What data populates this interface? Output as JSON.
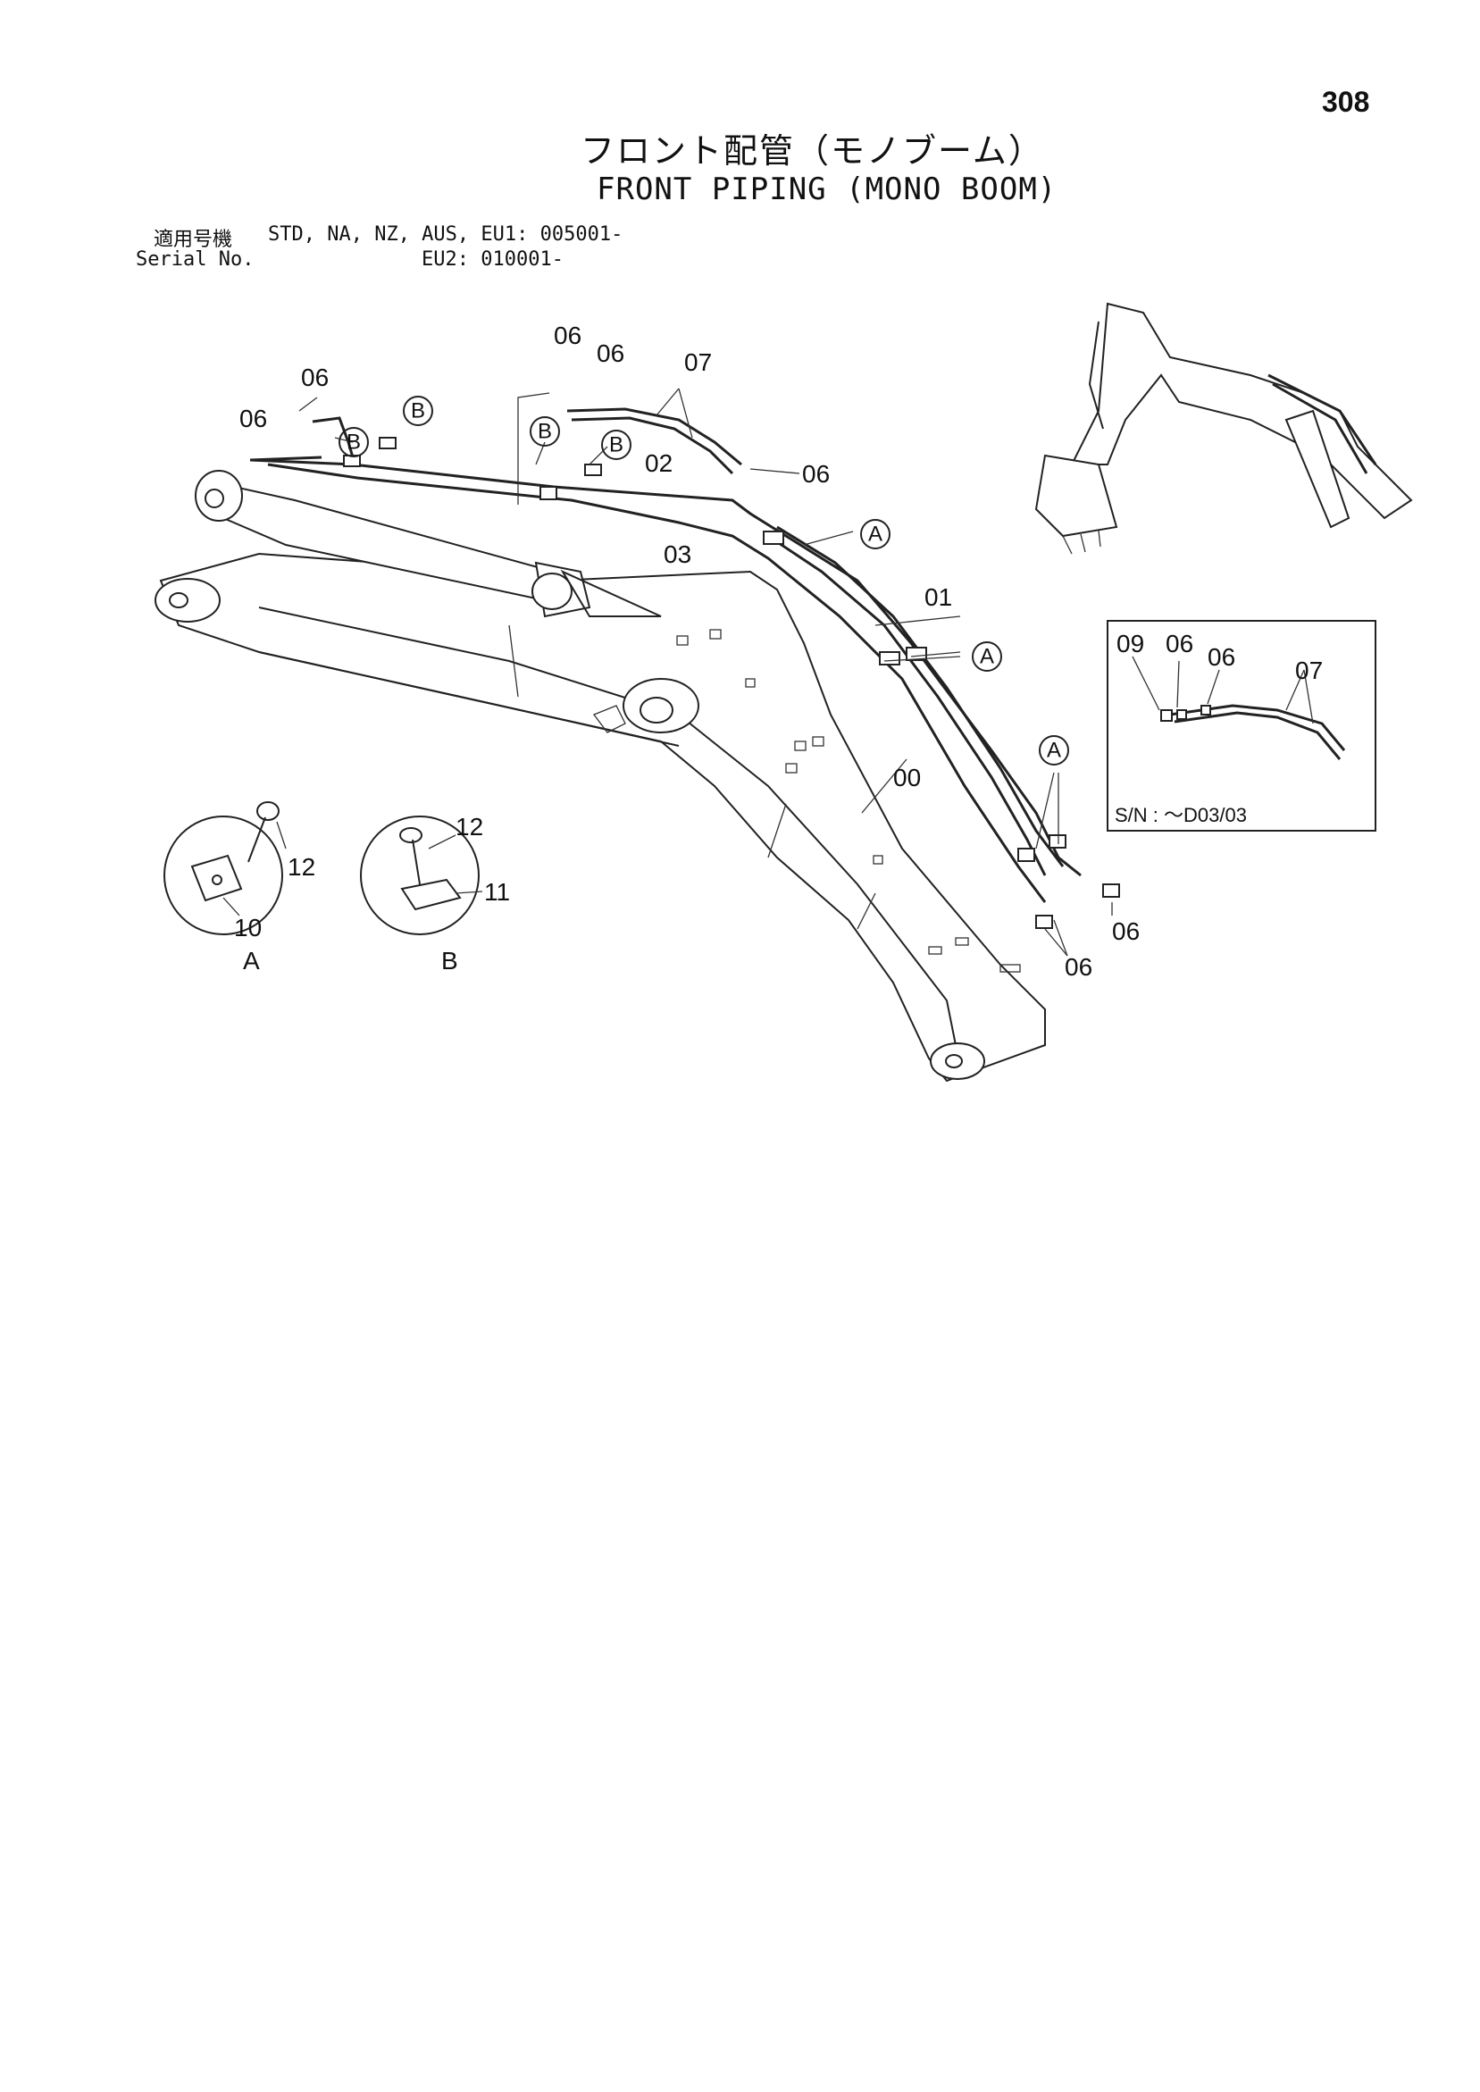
{
  "page_number": "308",
  "title_ja": "フロント配管（モノブーム）",
  "title_en": "FRONT PIPING (MONO BOOM)",
  "serial": {
    "label_ja": "適用号機",
    "label_en": "Serial No.",
    "line1": "STD, NA, NZ, AUS, EU1: 005001-",
    "line2": "EU2: 010001-"
  },
  "callouts": {
    "p00": "00",
    "p01": "01",
    "p02": "02",
    "p03": "03",
    "p06": "06",
    "p07": "07",
    "p09": "09",
    "p10": "10",
    "p11": "11",
    "p12": "12",
    "A": "A",
    "B": "B"
  },
  "inset_serial": "S/N : ～D03/03"
}
